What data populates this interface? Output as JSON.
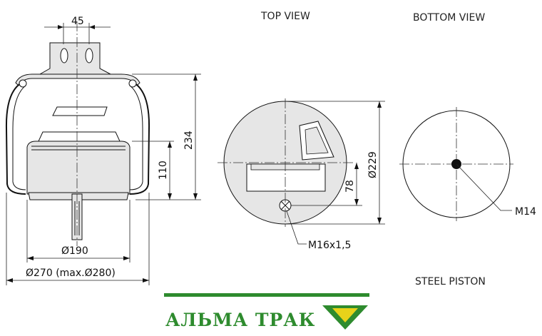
{
  "views": {
    "top_view": "TOP VIEW",
    "bottom_view": "BOTTOM VIEW",
    "piston": "STEEL PISTON"
  },
  "dimensions": {
    "bolt_spacing": "45",
    "height": "234",
    "piston_height": "110",
    "piston_diameter": "Ø190",
    "bellow_diameter": "Ø270 (max.Ø280)",
    "top_diameter": "Ø229",
    "offset": "78",
    "thread_top": "M16x1,5",
    "thread_bottom": "M14"
  },
  "brand": {
    "name": "АЛЬМА ТРАК",
    "color": "#2e8b2e",
    "accent": "#e8d21a"
  }
}
